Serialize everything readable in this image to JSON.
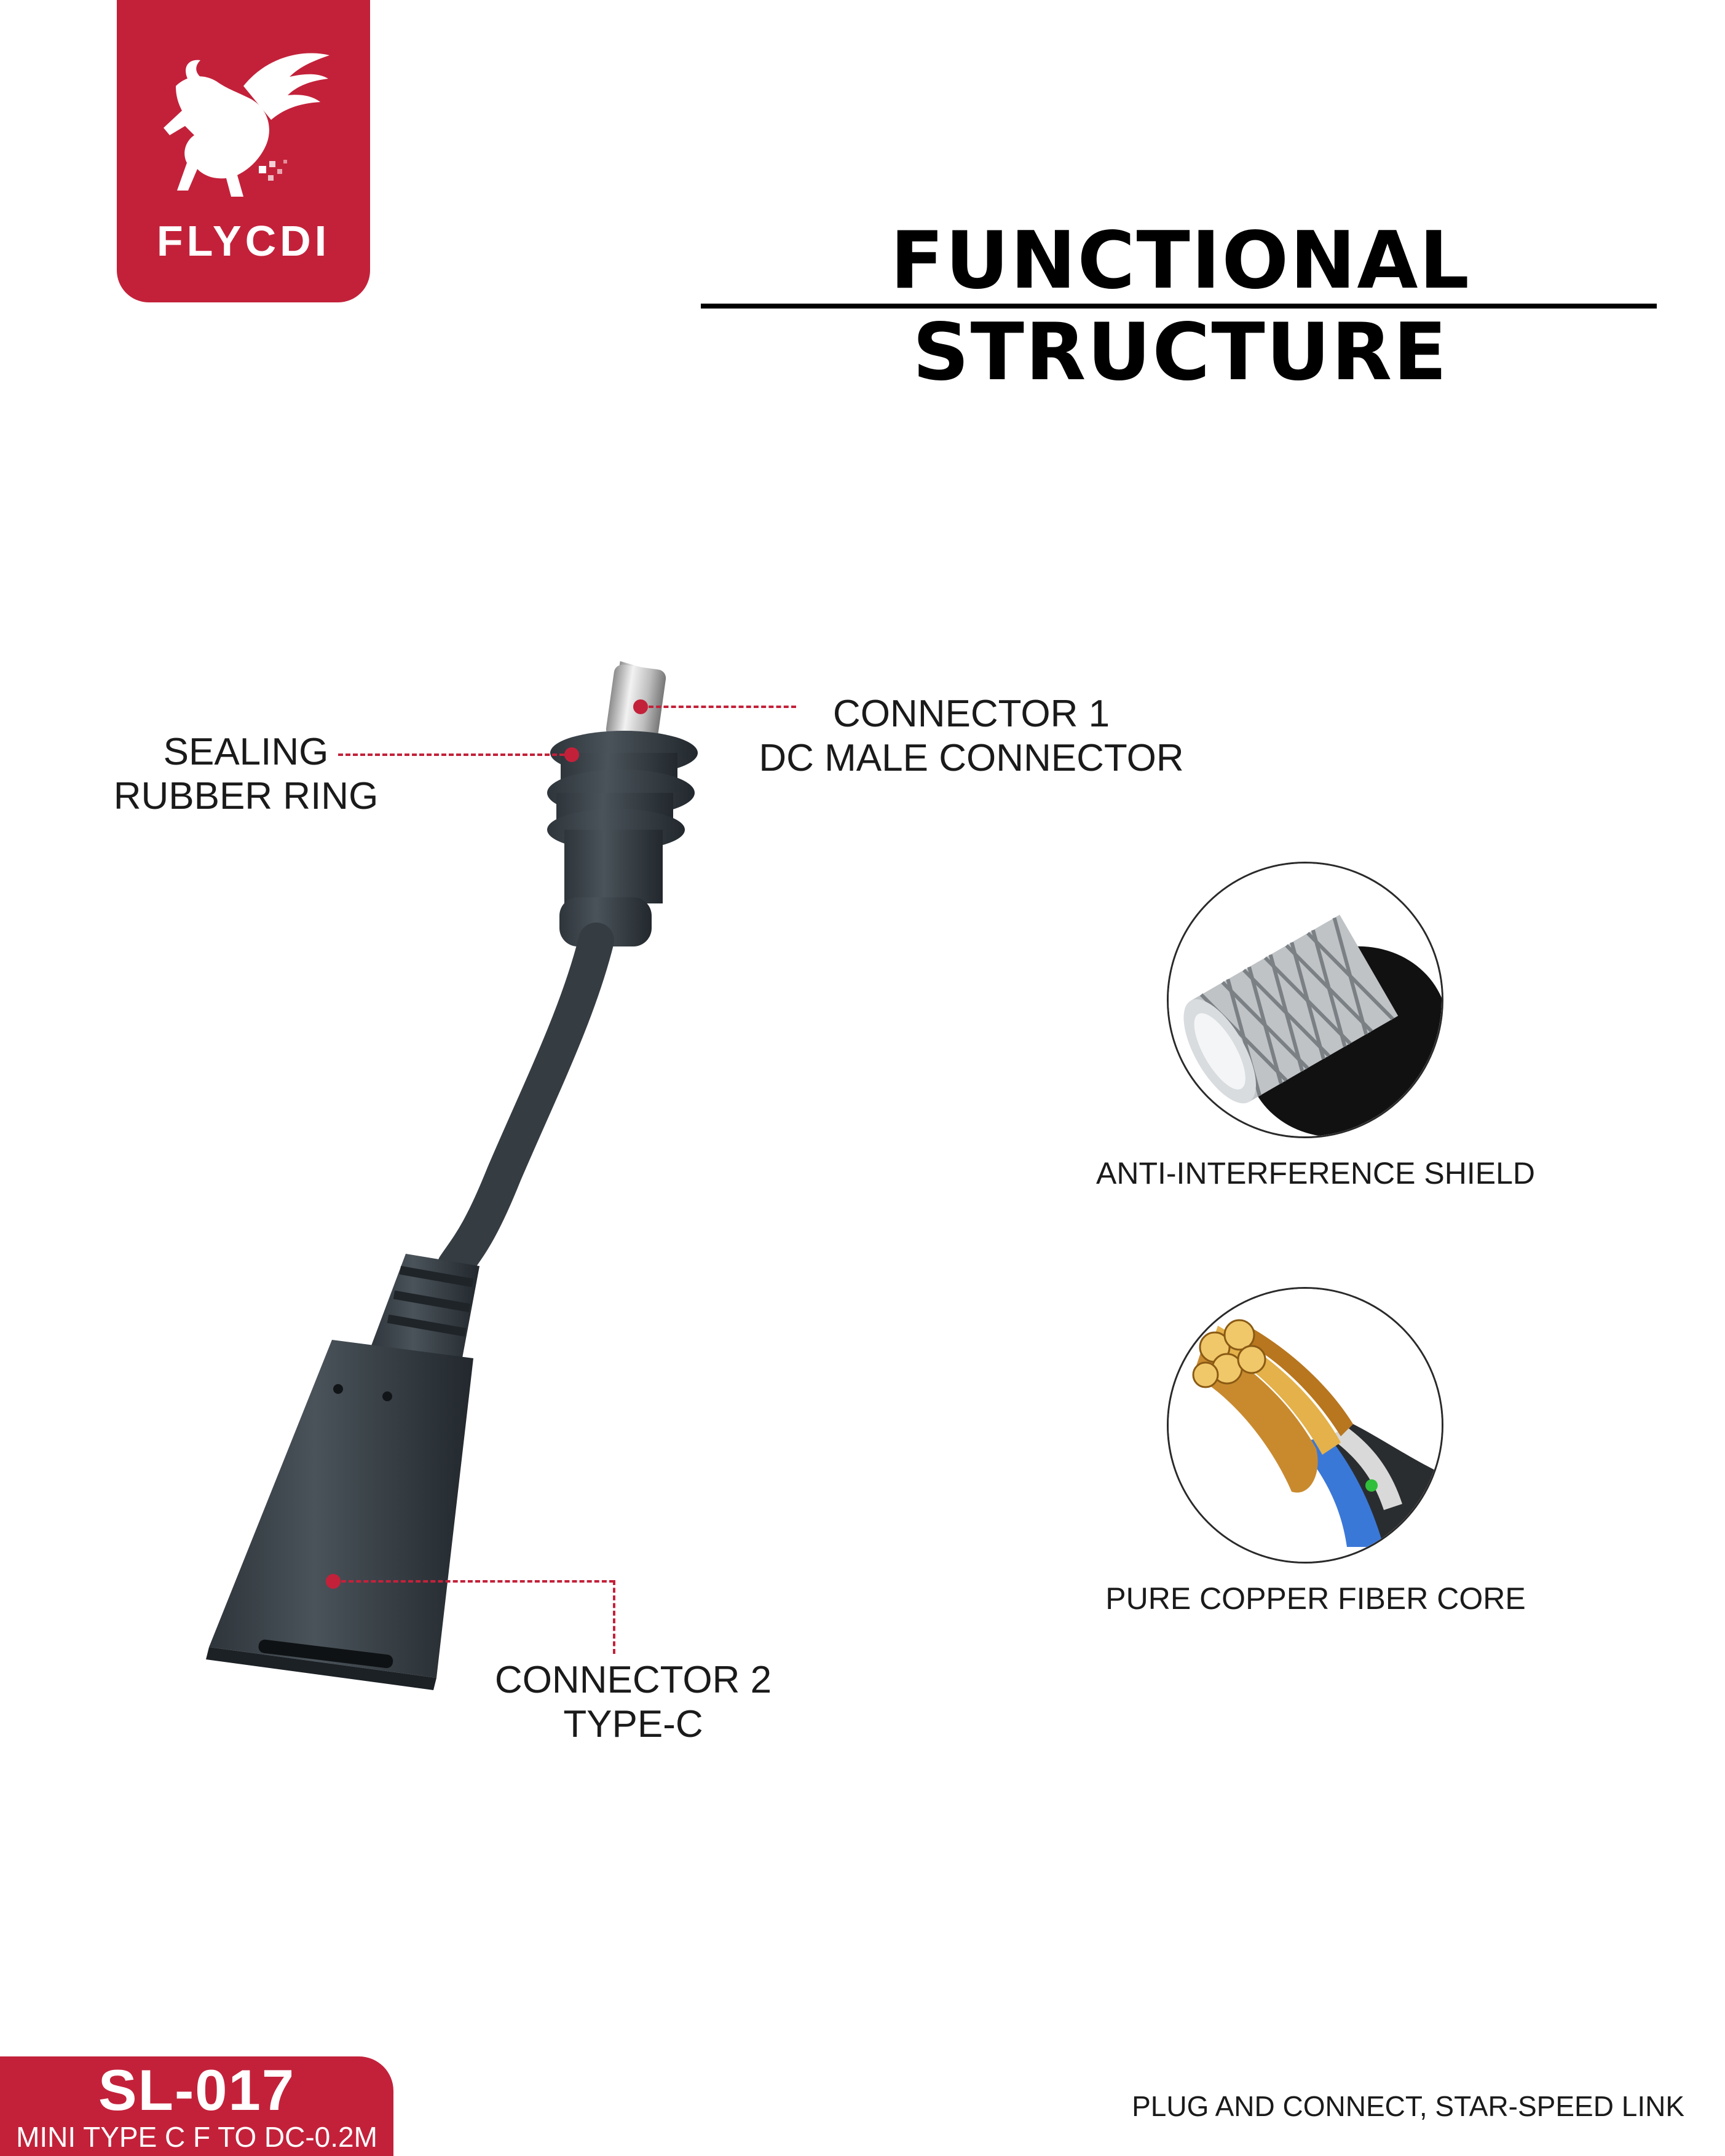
{
  "brand": {
    "name": "FLYCDI",
    "color": "#c3213a",
    "logo_icon": "winged-horse-icon"
  },
  "header": {
    "title": "FUNCTIONAL STRUCTURE"
  },
  "callouts": {
    "connector1": {
      "line1": "CONNECTOR 1",
      "line2": "DC MALE CONNECTOR"
    },
    "sealing": {
      "line1": "SEALING",
      "line2": "RUBBER RING"
    },
    "connector2": {
      "line1": "CONNECTOR 2",
      "line2": "TYPE-C"
    }
  },
  "features": [
    {
      "label": "ANTI-INTERFERENCE SHIELD",
      "icon": "braided-shield-icon"
    },
    {
      "label": "PURE COPPER FIBER CORE",
      "icon": "copper-core-icon"
    }
  ],
  "footer": {
    "model_code": "SL-017",
    "model_description": "MINI TYPE C F TO DC-0.2M",
    "tagline": "PLUG AND CONNECT, STAR-SPEED LINK"
  }
}
